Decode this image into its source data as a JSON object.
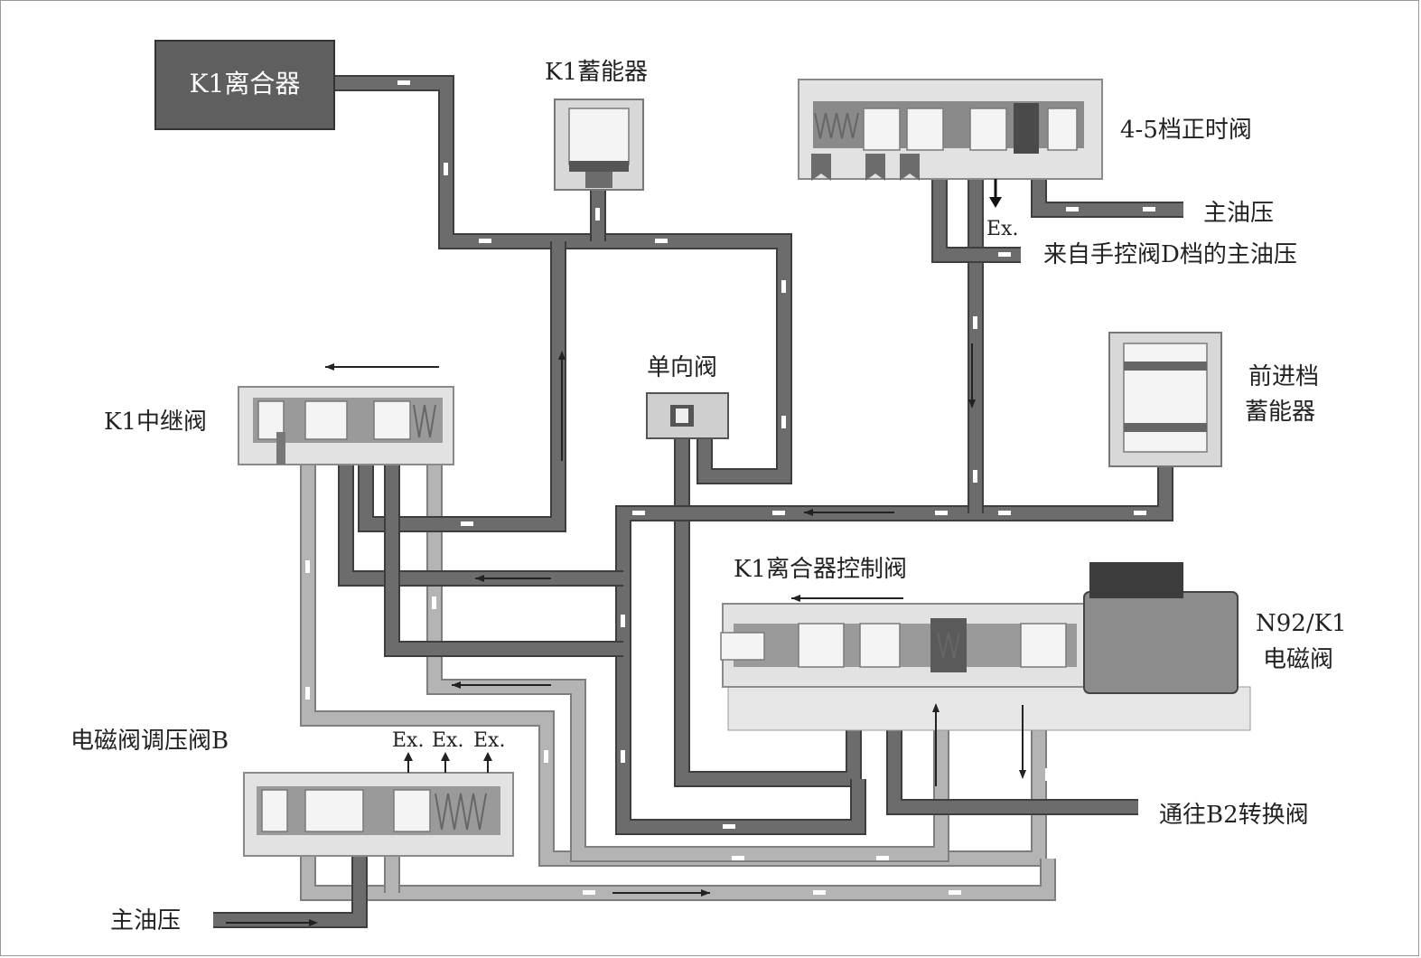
{
  "labels": {
    "k1_clutch": "K1离合器",
    "k1_accumulator": "K1蓄能器",
    "timing_valve": "4-5档正时阀",
    "main_pressure_top": "主油压",
    "ex_top": "Ex.",
    "manual_d_pressure": "来自手控阀D档的主油压",
    "forward_accumulator_line1": "前进档",
    "forward_accumulator_line2": "蓄能器",
    "check_valve": "单向阀",
    "k1_relay_valve": "K1中继阀",
    "k1_control_valve": "K1离合器控制阀",
    "solenoid_line1": "N92/K1",
    "solenoid_line2": "电磁阀",
    "regulator_b": "电磁阀调压阀B",
    "ex_1": "Ex.",
    "ex_2": "Ex.",
    "ex_3": "Ex.",
    "to_b2": "通往B2转换阀",
    "main_pressure_bottom": "主油压"
  },
  "colors": {
    "dark_line": "#6c6c6c",
    "light_line": "#b4b4b4",
    "clutch_box": "#5f5f5f",
    "background": "#ffffff"
  }
}
